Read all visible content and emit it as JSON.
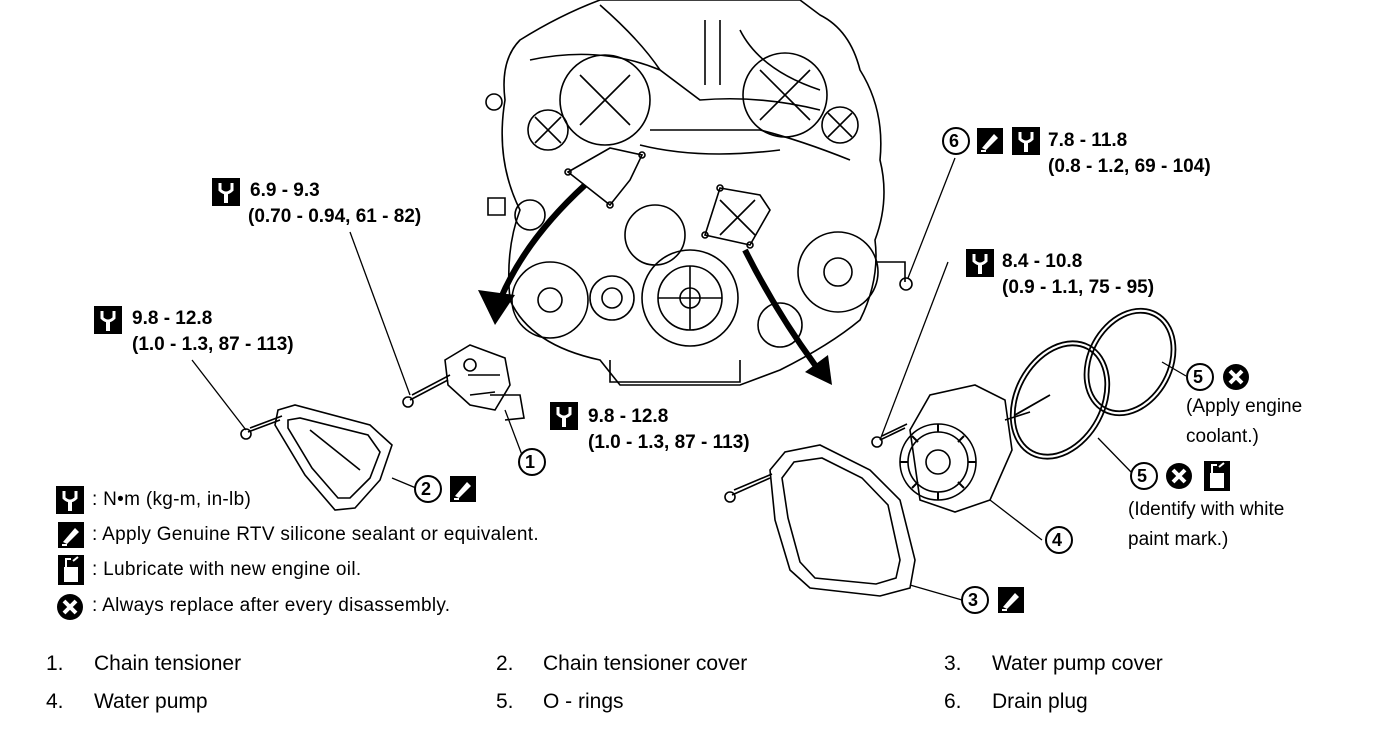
{
  "torque_labels": {
    "t1": {
      "value": "6.9 - 9.3",
      "alt": "(0.70 - 0.94, 61 - 82)"
    },
    "t2": {
      "value": "9.8 - 12.8",
      "alt": "(1.0 - 1.3, 87 - 113)"
    },
    "t3": {
      "value": "9.8 - 12.8",
      "alt": "(1.0 - 1.3, 87 - 113)"
    },
    "t4": {
      "value": "7.8 - 11.8",
      "alt": "(0.8 - 1.2, 69 - 104)"
    },
    "t5": {
      "value": "8.4 - 10.8",
      "alt": "(0.9 - 1.1, 75 - 95)"
    }
  },
  "callouts": {
    "c1": "1",
    "c2": "2",
    "c3": "3",
    "c4": "4",
    "c5a": "5",
    "c5b": "5",
    "c6": "6"
  },
  "notes": {
    "oring_coolant": [
      "(Apply engine",
      "coolant.)"
    ],
    "oring_paint": [
      "(Identify with white",
      "paint mark.)"
    ]
  },
  "legend": [
    {
      "icon": "torque-wrench-icon",
      "text": ": N•m (kg-m, in-lb)"
    },
    {
      "icon": "sealant-icon",
      "text": ": Apply Genuine RTV silicone sealant or equivalent."
    },
    {
      "icon": "oil-can-icon",
      "text": ": Lubricate with new engine oil."
    },
    {
      "icon": "replace-x-icon",
      "text": ": Always replace after every disassembly."
    }
  ],
  "parts_list": [
    {
      "num": "1.",
      "name": "Chain tensioner"
    },
    {
      "num": "2.",
      "name": "Chain tensioner cover"
    },
    {
      "num": "3.",
      "name": "Water pump cover"
    },
    {
      "num": "4.",
      "name": "Water pump"
    },
    {
      "num": "5.",
      "name": "O - rings"
    },
    {
      "num": "6.",
      "name": "Drain plug"
    }
  ]
}
